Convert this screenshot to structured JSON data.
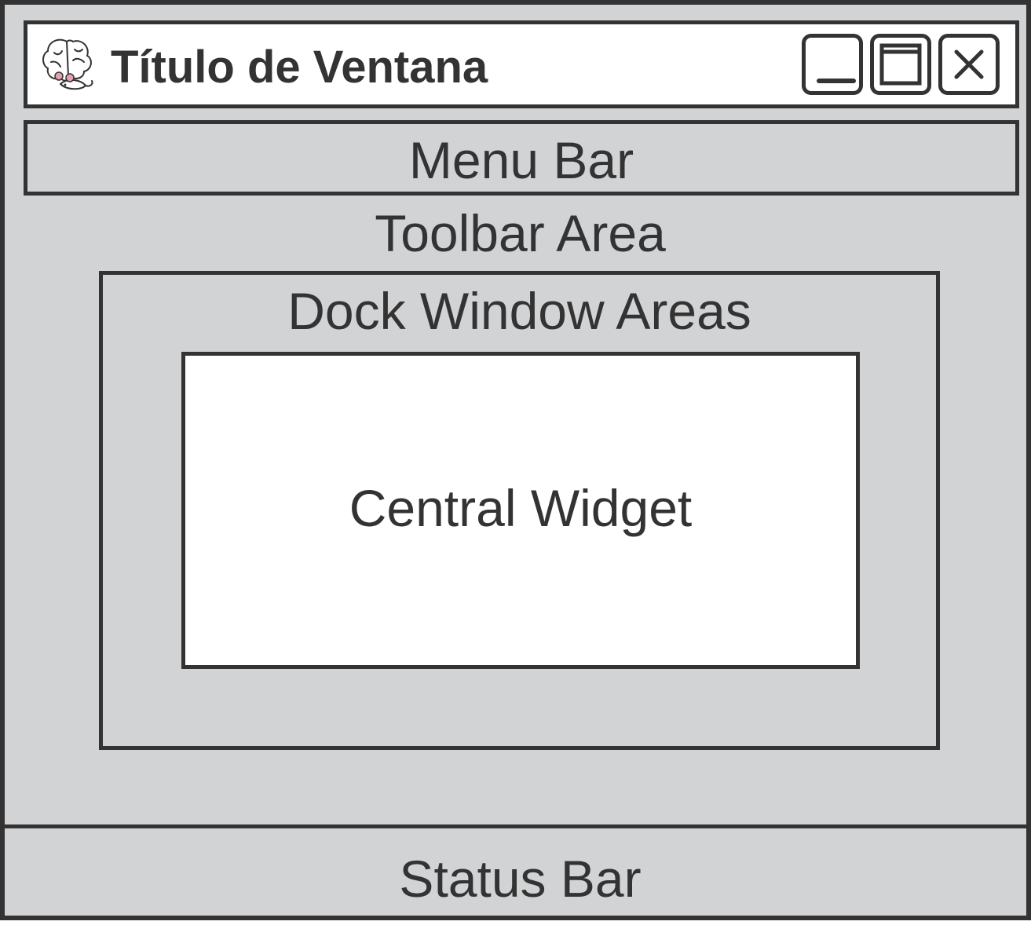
{
  "window": {
    "title": "Título de Ventana",
    "app_icon": "brain-mouse-logo-icon",
    "controls": {
      "minimize_icon": "minimize-icon",
      "maximize_icon": "maximize-icon",
      "close_icon": "close-icon"
    }
  },
  "areas": {
    "menu_bar": "Menu Bar",
    "toolbar": "Toolbar Area",
    "dock": "Dock Window Areas",
    "central": "Central Widget",
    "status_bar": "Status Bar"
  },
  "colors": {
    "frame": "#333333",
    "window_fill": "#d2d3d5",
    "central_fill": "#ffffff",
    "icon_accent": "#e8a0b0"
  }
}
